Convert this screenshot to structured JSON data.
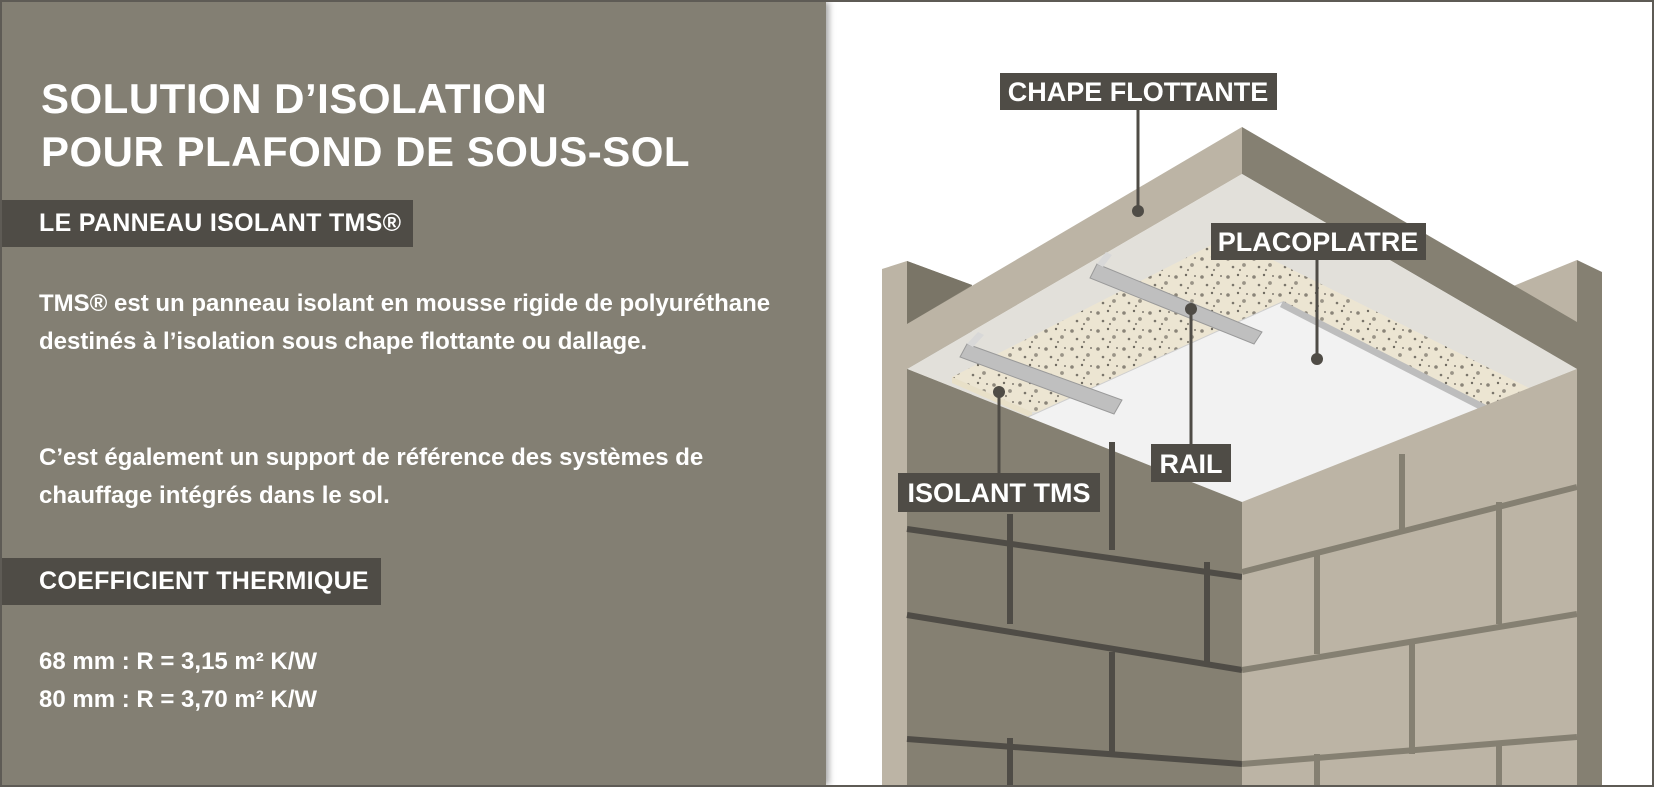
{
  "title": {
    "line1": "SOLUTION D’ISOLATION",
    "line2": "POUR PLAFOND DE SOUS-SOL"
  },
  "section1": {
    "heading": "LE PANNEAU ISOLANT TMS®",
    "paragraph1": "TMS® est un panneau isolant en mousse rigide de polyuréthane destinés à l’isolation sous chape flottante ou dallage.",
    "paragraph2": "C’est également un support de référence des systèmes de chauffage intégrés dans le sol."
  },
  "section2": {
    "heading": "COEFFICIENT THERMIQUE",
    "values": [
      "68 mm : R = 3,15 m² K/W",
      "80 mm : R = 3,70 m² K/W"
    ]
  },
  "diagram": {
    "labels": {
      "chape": "CHAPE FLOTTANTE",
      "placoplatre": "PLACOPLATRE",
      "rail": "RAIL",
      "isolant": "ISOLANT TMS"
    }
  },
  "colors": {
    "panel": "#837f73",
    "band": "#4f4c46",
    "label_bg": "#4f4c46",
    "text": "#ffffff"
  }
}
